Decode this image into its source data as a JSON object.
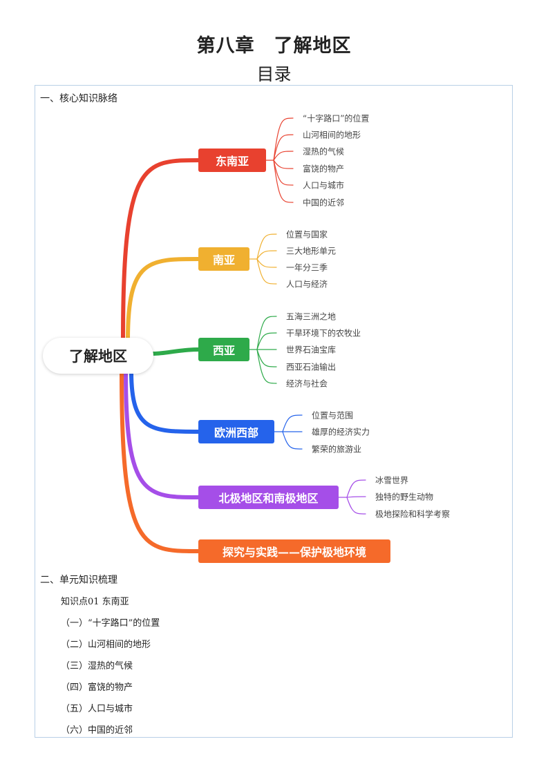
{
  "header": {
    "title": "第八章　了解地区",
    "subtitle": "目录"
  },
  "section1": "一、核心知识脉络",
  "mindmap": {
    "center": "了解地区",
    "branches": [
      {
        "label": "东南亚",
        "color": "#e8412f",
        "leaves": [
          "“十字路口”的位置",
          "山河相间的地形",
          "湿热的气候",
          "富饶的物产",
          "人口与城市",
          "中国的近邻"
        ]
      },
      {
        "label": "南亚",
        "color": "#f0b030",
        "leaves": [
          "位置与国家",
          "三大地形单元",
          "一年分三季",
          "人口与经济"
        ]
      },
      {
        "label": "西亚",
        "color": "#2eaa4a",
        "leaves": [
          "五海三洲之地",
          "干旱环境下的农牧业",
          "世界石油宝库",
          "西亚石油输出",
          "经济与社会"
        ]
      },
      {
        "label": "欧洲西部",
        "color": "#2563eb",
        "leaves": [
          "位置与范围",
          "雄厚的经济实力",
          "繁荣的旅游业"
        ]
      },
      {
        "label": "北极地区和南极地区",
        "color": "#a54ee8",
        "leaves": [
          "冰雪世界",
          "独特的野生动物",
          "极地探险和科学考察"
        ]
      },
      {
        "label": "探究与实践——保护极地环境",
        "color": "#f56a2a",
        "leaves": []
      }
    ]
  },
  "section2": "二、单元知识梳理",
  "toc": {
    "heading": "知识点01  东南亚",
    "items": [
      "（一）“十字路口”的位置",
      "（二）山河相间的地形",
      "（三）湿热的气候",
      "（四）富饶的物产",
      "（五）人口与城市",
      "（六）中国的近邻"
    ]
  }
}
